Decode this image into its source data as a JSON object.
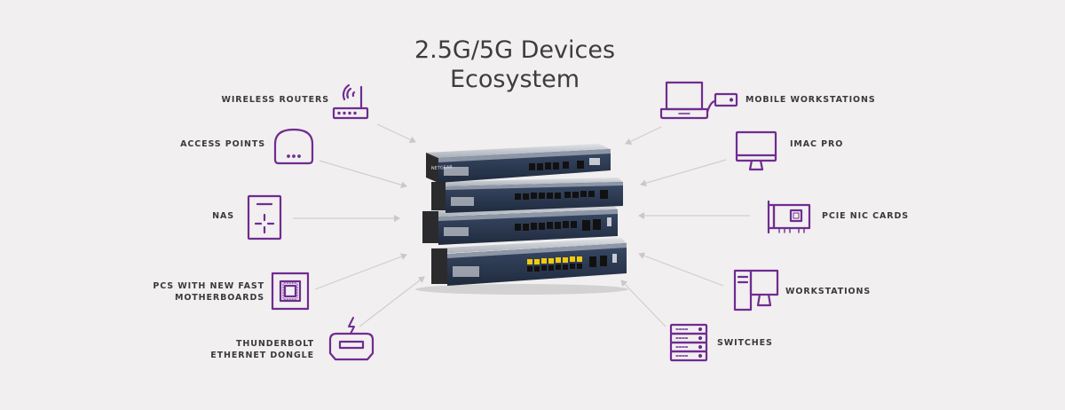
{
  "title_line1": "2.5G/5G Devices",
  "title_line2": "Ecosystem",
  "accent_color": "#6f2c91",
  "left_devices": [
    {
      "name": "wireless-routers",
      "lines": [
        "WIRELESS ROUTERS"
      ],
      "icon": "wireless-router-icon"
    },
    {
      "name": "access-points",
      "lines": [
        "ACCESS POINTS"
      ],
      "icon": "access-point-icon"
    },
    {
      "name": "nas",
      "lines": [
        "NAS"
      ],
      "icon": "nas-icon"
    },
    {
      "name": "pcs-fast-motherboards",
      "lines": [
        "PCS WITH NEW FAST",
        "MOTHERBOARDS"
      ],
      "icon": "motherboard-chip-icon"
    },
    {
      "name": "thunderbolt-dongle",
      "lines": [
        "THUNDERBOLT",
        "ETHERNET DONGLE"
      ],
      "icon": "thunderbolt-dongle-icon"
    }
  ],
  "right_devices": [
    {
      "name": "mobile-workstations",
      "lines": [
        "MOBILE WORKSTATIONS"
      ],
      "icon": "laptop-icon"
    },
    {
      "name": "imac-pro",
      "lines": [
        "IMAC PRO"
      ],
      "icon": "monitor-icon"
    },
    {
      "name": "pcie-nic-cards",
      "lines": [
        "PCIE NIC CARDS"
      ],
      "icon": "pcie-card-icon"
    },
    {
      "name": "workstations",
      "lines": [
        "WORKSTATIONS"
      ],
      "icon": "desktop-tower-icon"
    },
    {
      "name": "switches",
      "lines": [
        "SWITCHES"
      ],
      "icon": "server-rack-icon"
    }
  ],
  "switch_brand": "NETGEAR"
}
